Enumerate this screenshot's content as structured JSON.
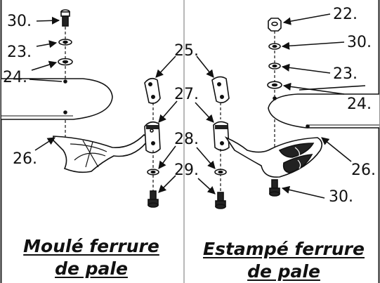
{
  "labels": {
    "left_30": "30.",
    "left_23": "23.",
    "left_24": "24.",
    "left_26": "26.",
    "center_25": "25.",
    "center_27": "27.",
    "center_28": "28.",
    "center_29": "29.",
    "right_22": "22.",
    "right_30a": "30.",
    "right_23": "23.",
    "right_24": "24.",
    "right_26": "26.",
    "right_30b": "30."
  },
  "captions": {
    "left_line1": "Moulé ferrure",
    "left_line2": "de pale",
    "right_line1": "Estampé ferrure",
    "right_line2": "de pale"
  },
  "colors": {
    "ink": "#111111",
    "divider": "#b8b8b8",
    "fill_light": "#ffffff",
    "fill_dark": "#222222"
  }
}
